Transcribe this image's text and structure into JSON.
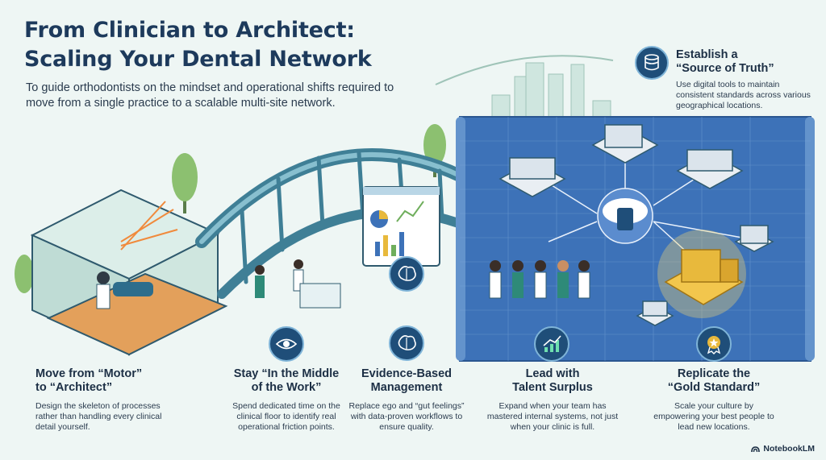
{
  "title": {
    "line1": "From Clinician to Architect:",
    "line2": "Scaling Your Dental Network"
  },
  "subtitle": "To guide orthodontists on the mindset and operational shifts required to move from a single practice to a scalable multi-site network.",
  "callout": {
    "title_line1": "Establish a",
    "title_line2": "“Source of Truth”",
    "description": "Use digital tools to maintain consistent standards across various geographical locations.",
    "icon": "database-icon"
  },
  "steps": [
    {
      "title_line1": "Move from “Motor”",
      "title_line2": "to “Architect”",
      "description": "Design the skeleton of processes rather than handling every clinical detail yourself."
    },
    {
      "title_line1": "Stay “In the Middle",
      "title_line2": "of the Work”",
      "description": "Spend dedicated time on the clinical floor to identify real operational friction points.",
      "icon": "eye-icon"
    },
    {
      "title_line1": "Evidence-Based",
      "title_line2": "Management",
      "description": "Replace ego and “gut feelings” with data-proven workflows to ensure quality.",
      "icon": "brain-icon"
    },
    {
      "title_line1": "Lead with",
      "title_line2": "Talent Surplus",
      "description": "Expand when your team has mastered internal systems, not just when your clinic is full.",
      "icon": "growth-chart-icon"
    },
    {
      "title_line1": "Replicate the",
      "title_line2": "“Gold Standard”",
      "description": "Scale your culture by empowering your best people to lead new locations.",
      "icon": "award-badge-icon"
    }
  ],
  "brand": "NotebookLM",
  "colors": {
    "navy": "#1f4e79",
    "blueprint": "#3d72b8",
    "bridge_teal": "#4f8fa3",
    "gold": "#e8b93c",
    "tree_green": "#6fae5c"
  }
}
